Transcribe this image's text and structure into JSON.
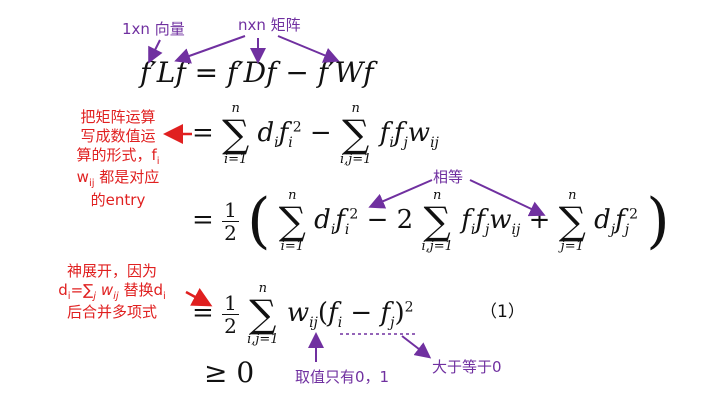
{
  "annotations": {
    "vec_1xn": "1xn 向量",
    "mat_nxn": "nxn 矩阵",
    "matrix_note_lines": [
      "把矩阵运算",
      "写成数值运",
      "算的形式，f",
      "w",
      "都是对应",
      "的entry"
    ],
    "matrix_note_sub_i": "i",
    "matrix_note_sub_ij": "ij",
    "equal_note": "相等",
    "expand_note_lines": [
      "神展开，因为",
      "d",
      "=∑",
      "w",
      "替换d",
      "后合并多项式"
    ],
    "expand_sub_i": "i",
    "expand_sub_j": "j",
    "expand_sub_ij": "ij",
    "weight_note": "取值只有0，1",
    "square_note": "大于等于0",
    "eq_number": "（1）"
  },
  "math": {
    "line1": "f′Lf = f′Df − f′Wf",
    "line2": "= ∑ dᵢfᵢ² − ∑ fᵢfⱼwᵢⱼ",
    "line3": "= ½ ( ∑ dᵢfᵢ² − 2 ∑ fᵢfⱼwᵢⱼ + ∑ dⱼfⱼ² )",
    "line4": "= ½ ∑ wᵢⱼ(fᵢ − fⱼ)²",
    "line5": "≥ 0",
    "sum_top": "n",
    "sum_i": "i=1",
    "sum_ij": "i,j=1",
    "sum_j": "j=1"
  },
  "colors": {
    "purple": "#7030a0",
    "red": "#e02020"
  }
}
